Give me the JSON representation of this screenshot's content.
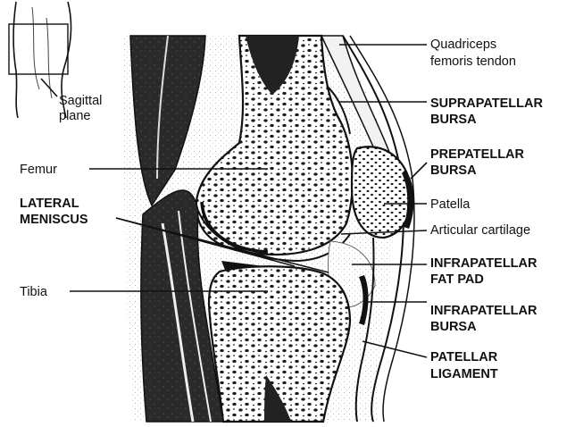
{
  "inset": {
    "caption_line1": "Sagittal",
    "caption_line2": "plane"
  },
  "labels_left": {
    "femur": "Femur",
    "lateral_meniscus_1": "LATERAL",
    "lateral_meniscus_2": "MENISCUS",
    "tibia": "Tibia"
  },
  "labels_right": {
    "quadriceps_1": "Quadriceps",
    "quadriceps_2": "femoris tendon",
    "suprapatellar_1": "SUPRAPATELLAR",
    "suprapatellar_2": "BURSA",
    "prepatellar_1": "PREPATELLAR",
    "prepatellar_2": "BURSA",
    "patella": "Patella",
    "articular_cartilage": "Articular cartilage",
    "infrapatellar_fat_1": "INFRAPATELLAR",
    "infrapatellar_fat_2": "FAT PAD",
    "infrapatellar_bursa_1": "INFRAPATELLAR",
    "infrapatellar_bursa_2": "BURSA",
    "patellar_ligament_1": "PATELLAR",
    "patellar_ligament_2": "LIGAMENT"
  }
}
